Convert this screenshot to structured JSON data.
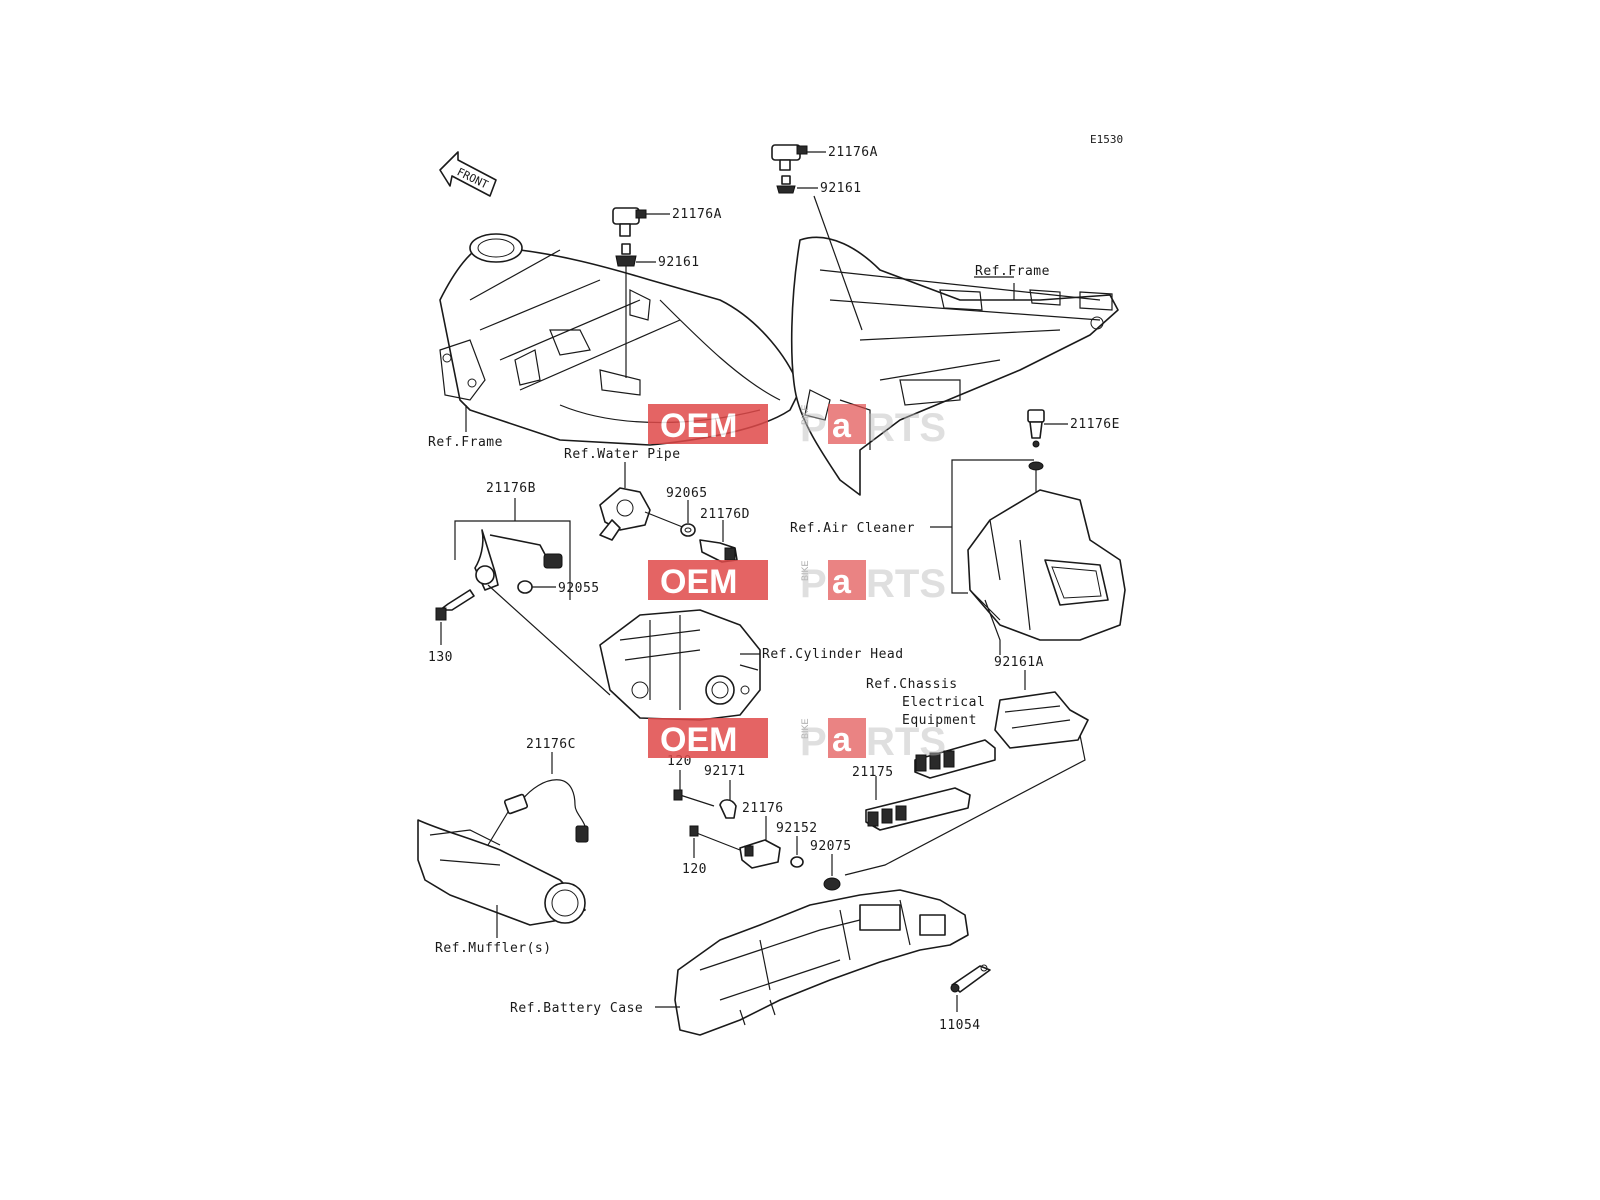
{
  "diagram_code": "E1530",
  "front_arrow": "FRONT",
  "watermark": {
    "oem": "OEM",
    "bike": "BIKE",
    "parts_p": "P",
    "parts_a": "a",
    "parts_rts": "RTS",
    "color": "#e04a4a"
  },
  "labels": {
    "l21176A_left": "21176A",
    "l92161_left": "92161",
    "l21176A_right": "21176A",
    "l92161_right": "92161",
    "ref_frame_left": "Ref.Frame",
    "ref_frame_right": "Ref.Frame",
    "ref_water_pipe": "Ref.Water Pipe",
    "l92065": "92065",
    "l21176D": "21176D",
    "l21176B": "21176B",
    "l92055": "92055",
    "l130": "130",
    "ref_cylinder_head": "Ref.Cylinder Head",
    "l21176E": "21176E",
    "ref_air_cleaner": "Ref.Air Cleaner",
    "l92161A": "92161A",
    "ref_chassis_1": "Ref.Chassis",
    "ref_chassis_2": "Electrical",
    "ref_chassis_3": "Equipment",
    "l21175": "21175",
    "l21176C": "21176C",
    "l120_top": "120",
    "l92171": "92171",
    "l21176": "21176",
    "l92152": "92152",
    "l92075": "92075",
    "l120_bottom": "120",
    "ref_mufflers": "Ref.Muffler(s)",
    "ref_battery_case": "Ref.Battery Case",
    "l11054": "11054"
  }
}
